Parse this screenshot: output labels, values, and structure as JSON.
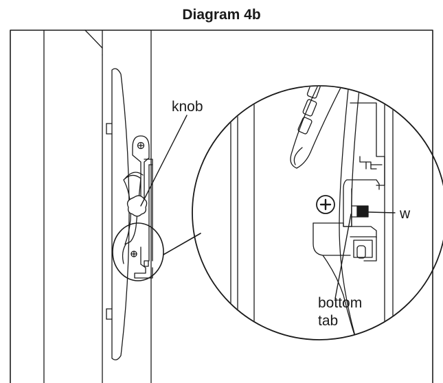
{
  "title": "Diagram 4b",
  "labels": {
    "knob": "knob",
    "w": "w",
    "bottom_line1": "bottom",
    "bottom_line2": "tab"
  },
  "colors": {
    "stroke": "#1a1a1a",
    "fill_dark": "#1a1a1a",
    "background": "#ffffff"
  }
}
